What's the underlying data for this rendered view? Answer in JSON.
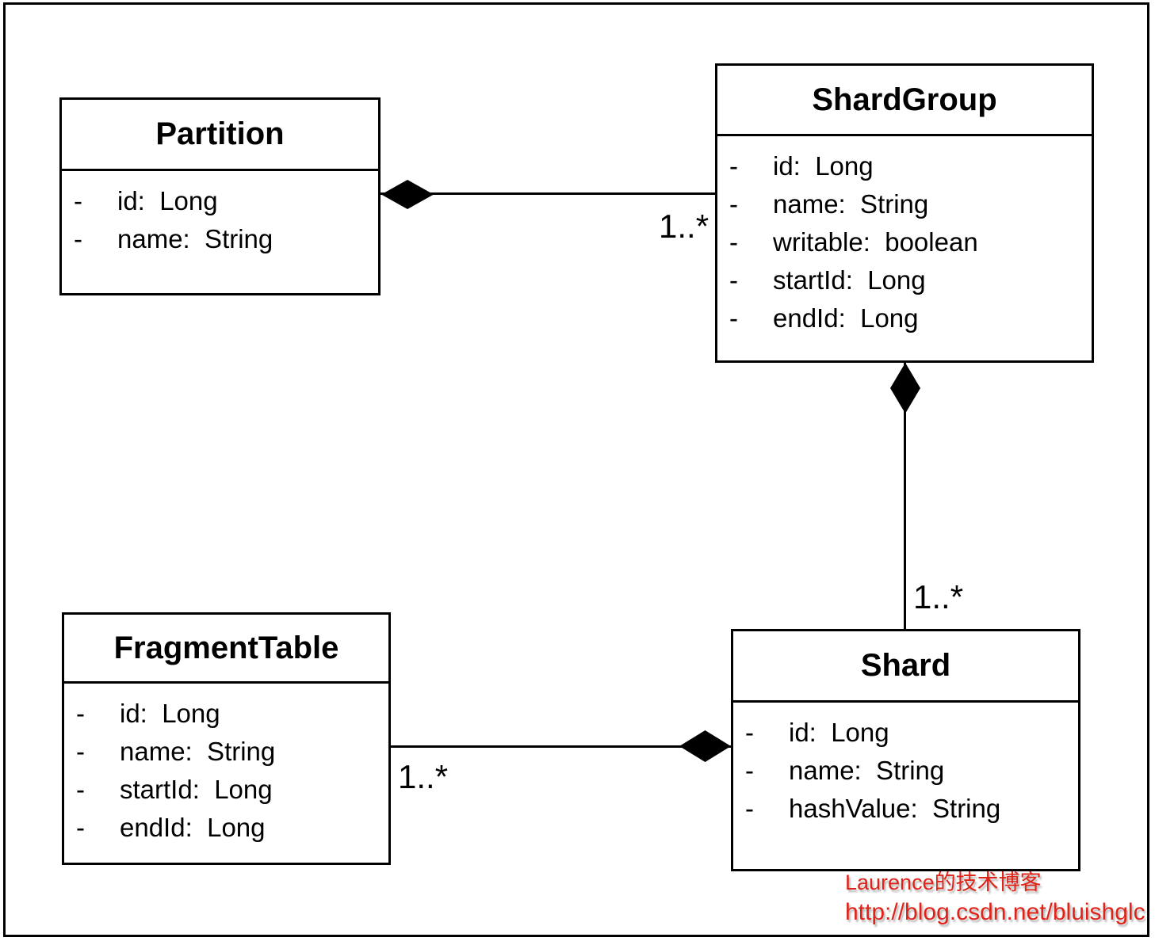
{
  "diagram": {
    "visibility_marker": "-",
    "classes": [
      {
        "name": "Partition",
        "attributes": [
          "id:  Long",
          "name:  String"
        ]
      },
      {
        "name": "ShardGroup",
        "attributes": [
          "id:  Long",
          "name:  String",
          "writable:  boolean",
          "startId:  Long",
          "endId:  Long"
        ]
      },
      {
        "name": "FragmentTable",
        "attributes": [
          "id:  Long",
          "name:  String",
          "startId:  Long",
          "endId:  Long"
        ]
      },
      {
        "name": "Shard",
        "attributes": [
          "id:  Long",
          "name:  String",
          "hashValue:  String"
        ]
      }
    ],
    "relationships": [
      {
        "whole": "Partition",
        "part": "ShardGroup",
        "type": "composition",
        "multiplicity": "1..*"
      },
      {
        "whole": "ShardGroup",
        "part": "Shard",
        "type": "composition",
        "multiplicity": "1..*"
      },
      {
        "whole": "Shard",
        "part": "FragmentTable",
        "type": "composition",
        "multiplicity": "1..*"
      }
    ]
  },
  "watermark": {
    "line1": "Laurence的技术博客",
    "line2": "http://blog.csdn.net/bluishglc",
    "color": "#e02318"
  }
}
